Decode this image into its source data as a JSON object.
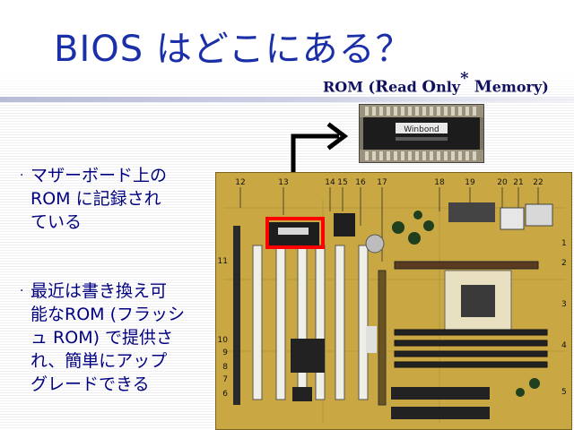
{
  "title": "BIOS はどこにある？",
  "rom_caption": {
    "prefix": "ROM (",
    "r": "R",
    "ead": "ead ",
    "o": "O",
    "nly": "nly",
    "asterisk": "*",
    "m": " M",
    "emory": "emory)"
  },
  "bullets": [
    {
      "mark": "·",
      "lines": [
        "マザーボード上の",
        "ROM に記録され",
        "ている"
      ]
    },
    {
      "mark": "·",
      "lines": [
        "最近は書き換え可",
        "能なROM (フラッシ",
        "ュ ROM) で提供さ",
        "れ、簡単にアップ",
        "グレードできる"
      ]
    }
  ],
  "board_labels": {
    "top": [
      "12",
      "13",
      "14",
      "15",
      "16",
      "17",
      "18",
      "19",
      "20",
      "21",
      "22"
    ],
    "left": [
      "11",
      "10",
      "9",
      "8",
      "7",
      "6"
    ],
    "right": [
      "1",
      "2",
      "3",
      "4",
      "5"
    ]
  },
  "rom_photo_label": "Winbond",
  "colors": {
    "title": "#1a2fa8",
    "bullet_text": "#000080",
    "caption": "#101060",
    "arrow": "#000000",
    "highlight": "#ff0000",
    "board": "#c5a23a"
  }
}
